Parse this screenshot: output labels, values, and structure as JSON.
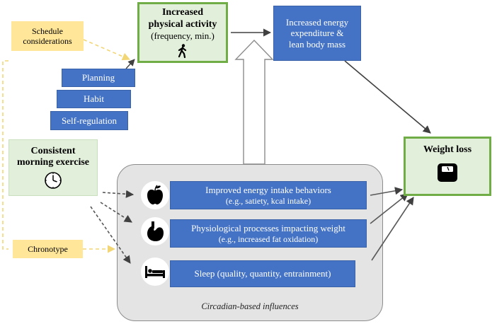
{
  "schedule": "Schedule considerations",
  "increased_activity": {
    "title_line1": "Increased",
    "title_line2": "physical activity",
    "sub": "(frequency, min.)",
    "icon": "person-walking-icon"
  },
  "energy_expenditure": {
    "line1": "Increased energy",
    "line2": "expenditure &",
    "line3": "lean body mass"
  },
  "planning": "Planning",
  "habit": "Habit",
  "self_regulation": "Self-regulation",
  "morning_exercise": {
    "line1": "Consistent",
    "line2": "morning exercise",
    "icon": "clock-icon"
  },
  "weight_loss": {
    "title": "Weight loss",
    "icon": "scale-icon"
  },
  "chronotype": "Chronotype",
  "circadian": {
    "label": "Circadian-based influences",
    "items": [
      {
        "line1": "Improved energy intake behaviors",
        "line2": "(e.g., satiety, kcal intake)",
        "icon": "apple-icon"
      },
      {
        "line1": "Physiological processes impacting weight",
        "line2": "(e.g., increased fat oxidation)",
        "icon": "stomach-icon"
      },
      {
        "line1": "Sleep (quality, quantity, entrainment)",
        "icon": "bed-icon"
      }
    ]
  }
}
